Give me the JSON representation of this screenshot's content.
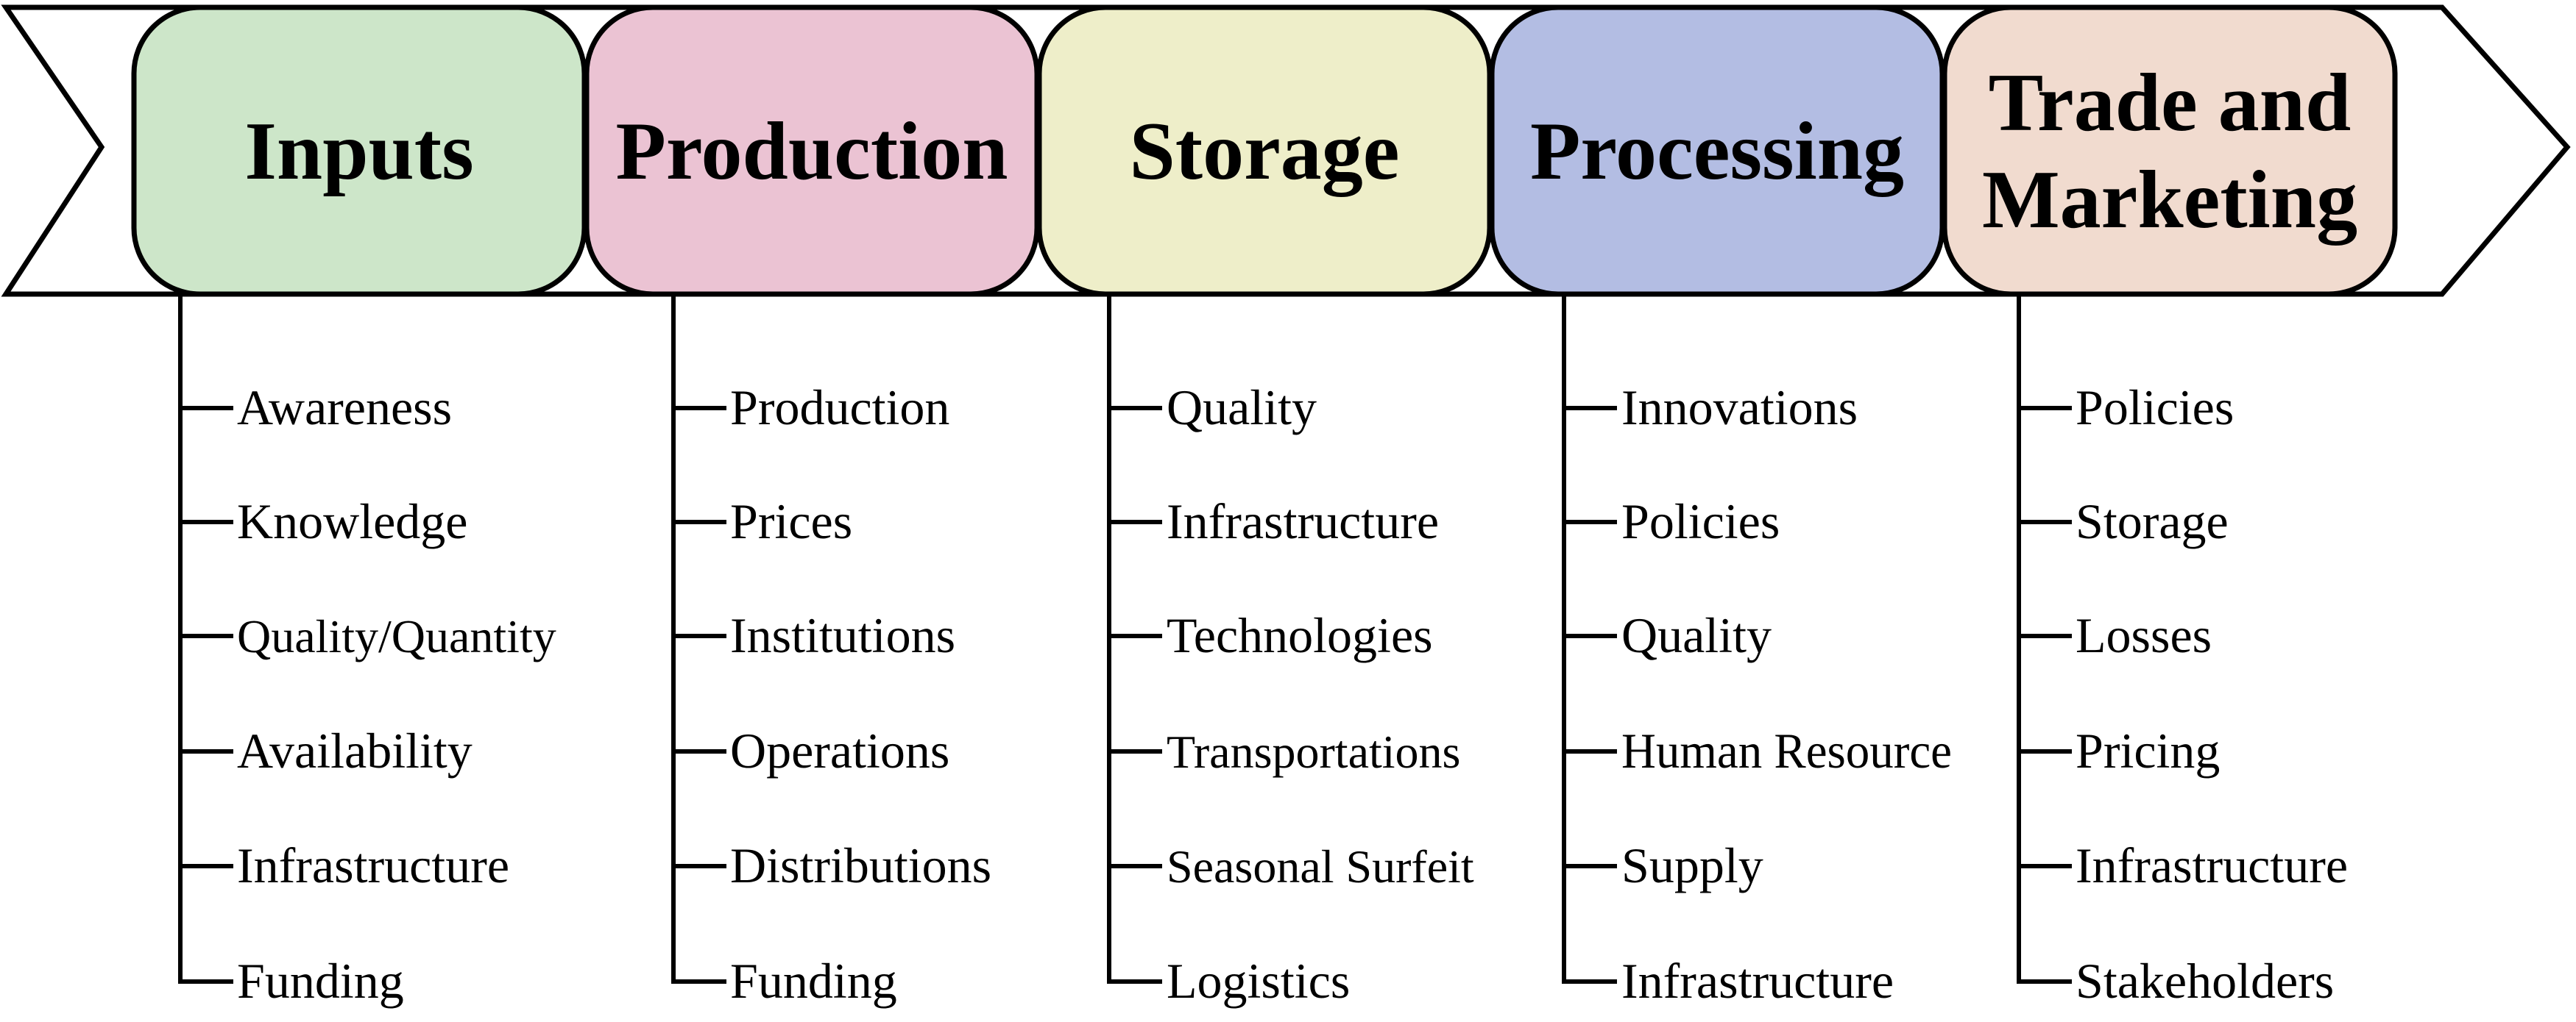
{
  "stages": [
    {
      "title_lines": [
        "Inputs"
      ],
      "color": "#cde6c9",
      "items": [
        "Awareness",
        "Knowledge",
        "Quality/Quantity",
        "Availability",
        "Infrastructure",
        "Funding"
      ]
    },
    {
      "title_lines": [
        "Production"
      ],
      "color": "#ebc3d3",
      "items": [
        "Production",
        "Prices",
        "Institutions",
        "Operations",
        "Distributions",
        "Funding"
      ]
    },
    {
      "title_lines": [
        "Storage"
      ],
      "color": "#eeeec9",
      "items": [
        "Quality",
        "Infrastructure",
        "Technologies",
        "Transportations",
        "Seasonal Surfeit",
        "Logistics"
      ]
    },
    {
      "title_lines": [
        "Processing"
      ],
      "color": "#b3bde3",
      "items": [
        "Innovations",
        "Policies",
        "Quality",
        "Human Resource",
        "Supply",
        "Infrastructure"
      ]
    },
    {
      "title_lines": [
        "Trade and",
        "Marketing"
      ],
      "color": "#f1dbcf",
      "items": [
        "Policies",
        "Storage",
        "Losses",
        "Pricing",
        "Infrastructure",
        "Stakeholders"
      ]
    }
  ]
}
